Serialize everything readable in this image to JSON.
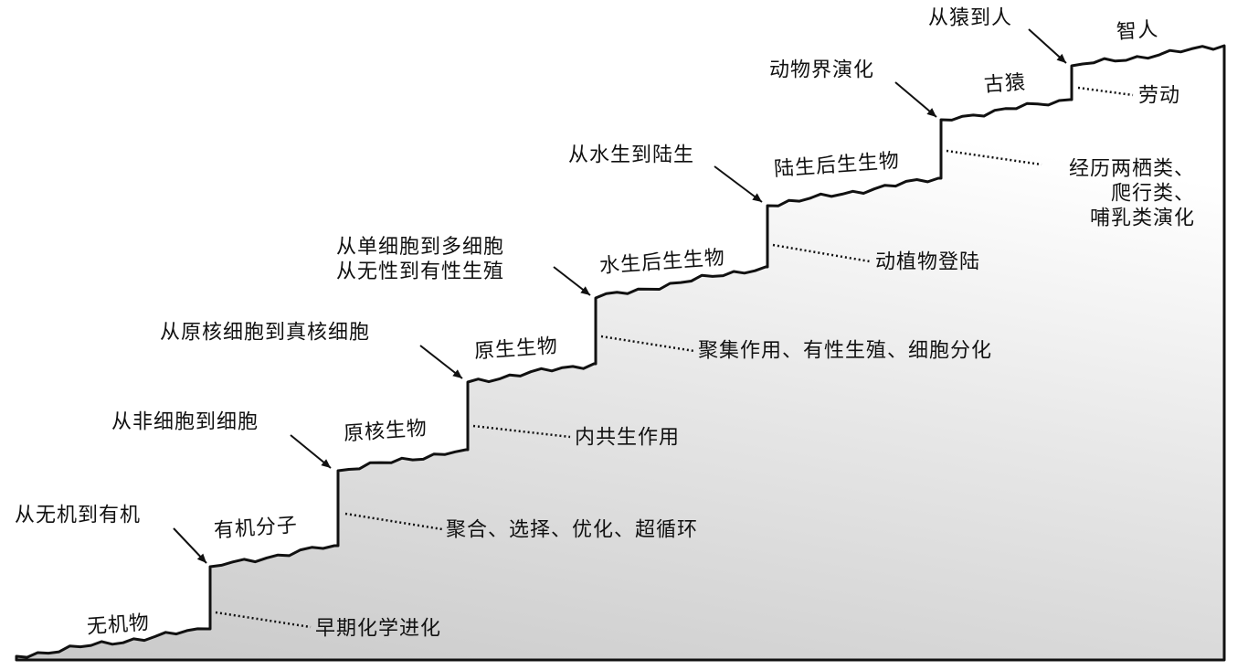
{
  "stages": [
    {
      "name": "无机物",
      "transition": "早期化学进化",
      "step": "从无机到有机"
    },
    {
      "name": "有机分子",
      "transition": "聚合、选择、优化、超循环",
      "step": "从非细胞到细胞"
    },
    {
      "name": "原核生物",
      "transition": "内共生作用",
      "step": "从原核细胞到真核细胞"
    },
    {
      "name": "原生生物",
      "transition": "聚集作用、有性生殖、细胞分化",
      "step_lines": [
        "从单细胞到多细胞",
        "从无性到有性生殖"
      ]
    },
    {
      "name": "水生后生生物",
      "transition": "动植物登陆",
      "step": "从水生到陆生"
    },
    {
      "name": "陆生后生生物",
      "transition_lines": [
        "经历两栖类、",
        "爬行类、",
        "哺乳类演化"
      ],
      "step": "动物界演化"
    },
    {
      "name": "古猿",
      "transition": "劳动",
      "step": "从猿到人"
    },
    {
      "name": "智人"
    }
  ],
  "colors": {
    "ink": "#111111",
    "shade": "#d6d6d6",
    "paper": "#ffffff"
  }
}
